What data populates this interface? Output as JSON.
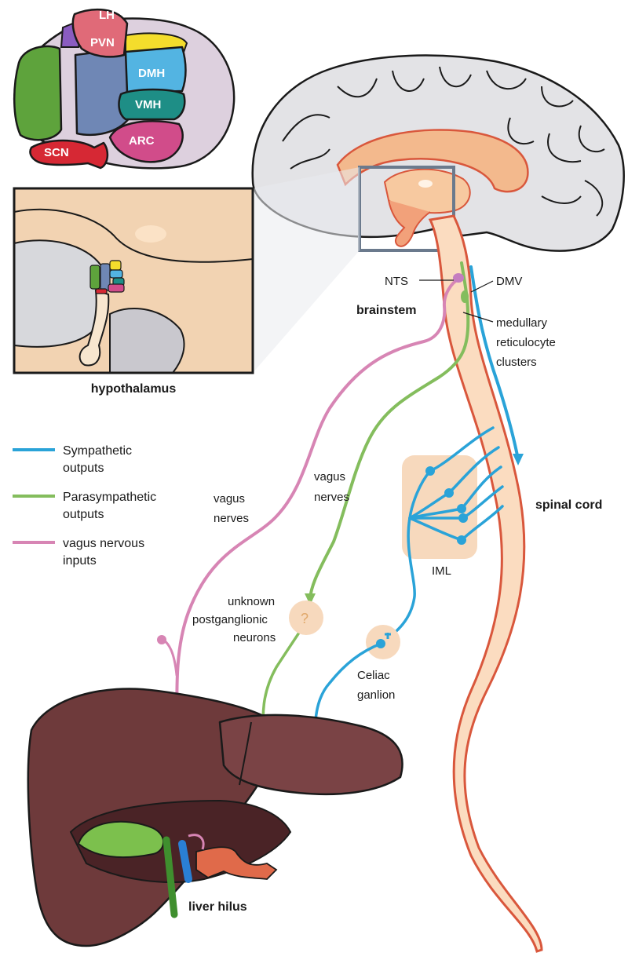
{
  "colors": {
    "sympathetic": "#2aa3d8",
    "parasympathetic": "#84bd5d",
    "vagus_input": "#d785b4",
    "spinal_fill": "#fbdcc0",
    "spinal_edge": "#d9573c",
    "liver": "#6e3a3b",
    "ganglion_bg": "#f7d9bd"
  },
  "nuclei": {
    "lh": "LH",
    "pvn": "PVN",
    "dmh": "DMH",
    "vmh": "VMH",
    "arc": "ARC",
    "scn": "SCN"
  },
  "inset_caption": "hypothalamus",
  "legend": [
    {
      "line1": "Sympathetic",
      "line2": "outputs"
    },
    {
      "line1": "Parasympathetic",
      "line2": "outputs"
    },
    {
      "line1": "vagus nervous",
      "line2": "inputs"
    }
  ],
  "labels": {
    "nts": "NTS",
    "dmv": "DMV",
    "brainstem": "brainstem",
    "medullary_1": "medullary",
    "medullary_2": "reticulocyte",
    "medullary_3": "clusters",
    "vagus_pink_1": "vagus",
    "vagus_pink_2": "nerves",
    "vagus_green_1": "vagus",
    "vagus_green_2": "nerves",
    "spinal_cord": "spinal cord",
    "iml": "IML",
    "unknown_1": "unknown",
    "unknown_2": "postganglionic",
    "unknown_3": "neurons",
    "question_mark": "?",
    "celiac_1": "Celiac",
    "celiac_2": "ganlion",
    "liver_hilus": "liver hilus"
  }
}
